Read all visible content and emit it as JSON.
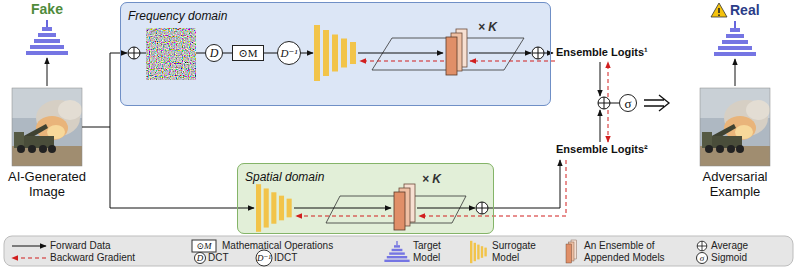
{
  "diagram": {
    "nodes": [
      {
        "text": [
          "Frequency domain"
        ]
      },
      {
        "text": [
          "D"
        ],
        "in": 0
      },
      {
        "text": [
          "⊙M"
        ],
        "in": 0
      },
      {
        "text": [
          "D⁻¹"
        ],
        "in": 0
      },
      {
        "text": [
          "Spatial domain"
        ]
      },
      {
        "text": [
          "σ"
        ]
      }
    ],
    "edges": [
      {
        "from": 1,
        "to": 2,
        "arrow": "none"
      },
      {
        "from": 2,
        "to": 3,
        "arrow": "none"
      }
    ],
    "labels": [
      "Fake",
      "AI-Generated Image",
      "× K",
      "× K",
      "Ensemble Logits¹",
      "Ensemble Logits²",
      "Real",
      "Adversarial Example",
      "⊙M",
      "D",
      "D⁻¹",
      "σ"
    ],
    "legend": [
      {
        "text": "Forward Data"
      },
      {
        "text": "Backward Gradient"
      },
      {
        "text": "Mathematical Operations"
      },
      {
        "text": "DCT"
      },
      {
        "text": "IDCT"
      },
      {
        "text": "Target Model"
      },
      {
        "text": "Surrogate Model"
      },
      {
        "text": "An Ensemble of Appended Models"
      },
      {
        "text": "Average"
      },
      {
        "text": "Sigmoid"
      }
    ]
  }
}
